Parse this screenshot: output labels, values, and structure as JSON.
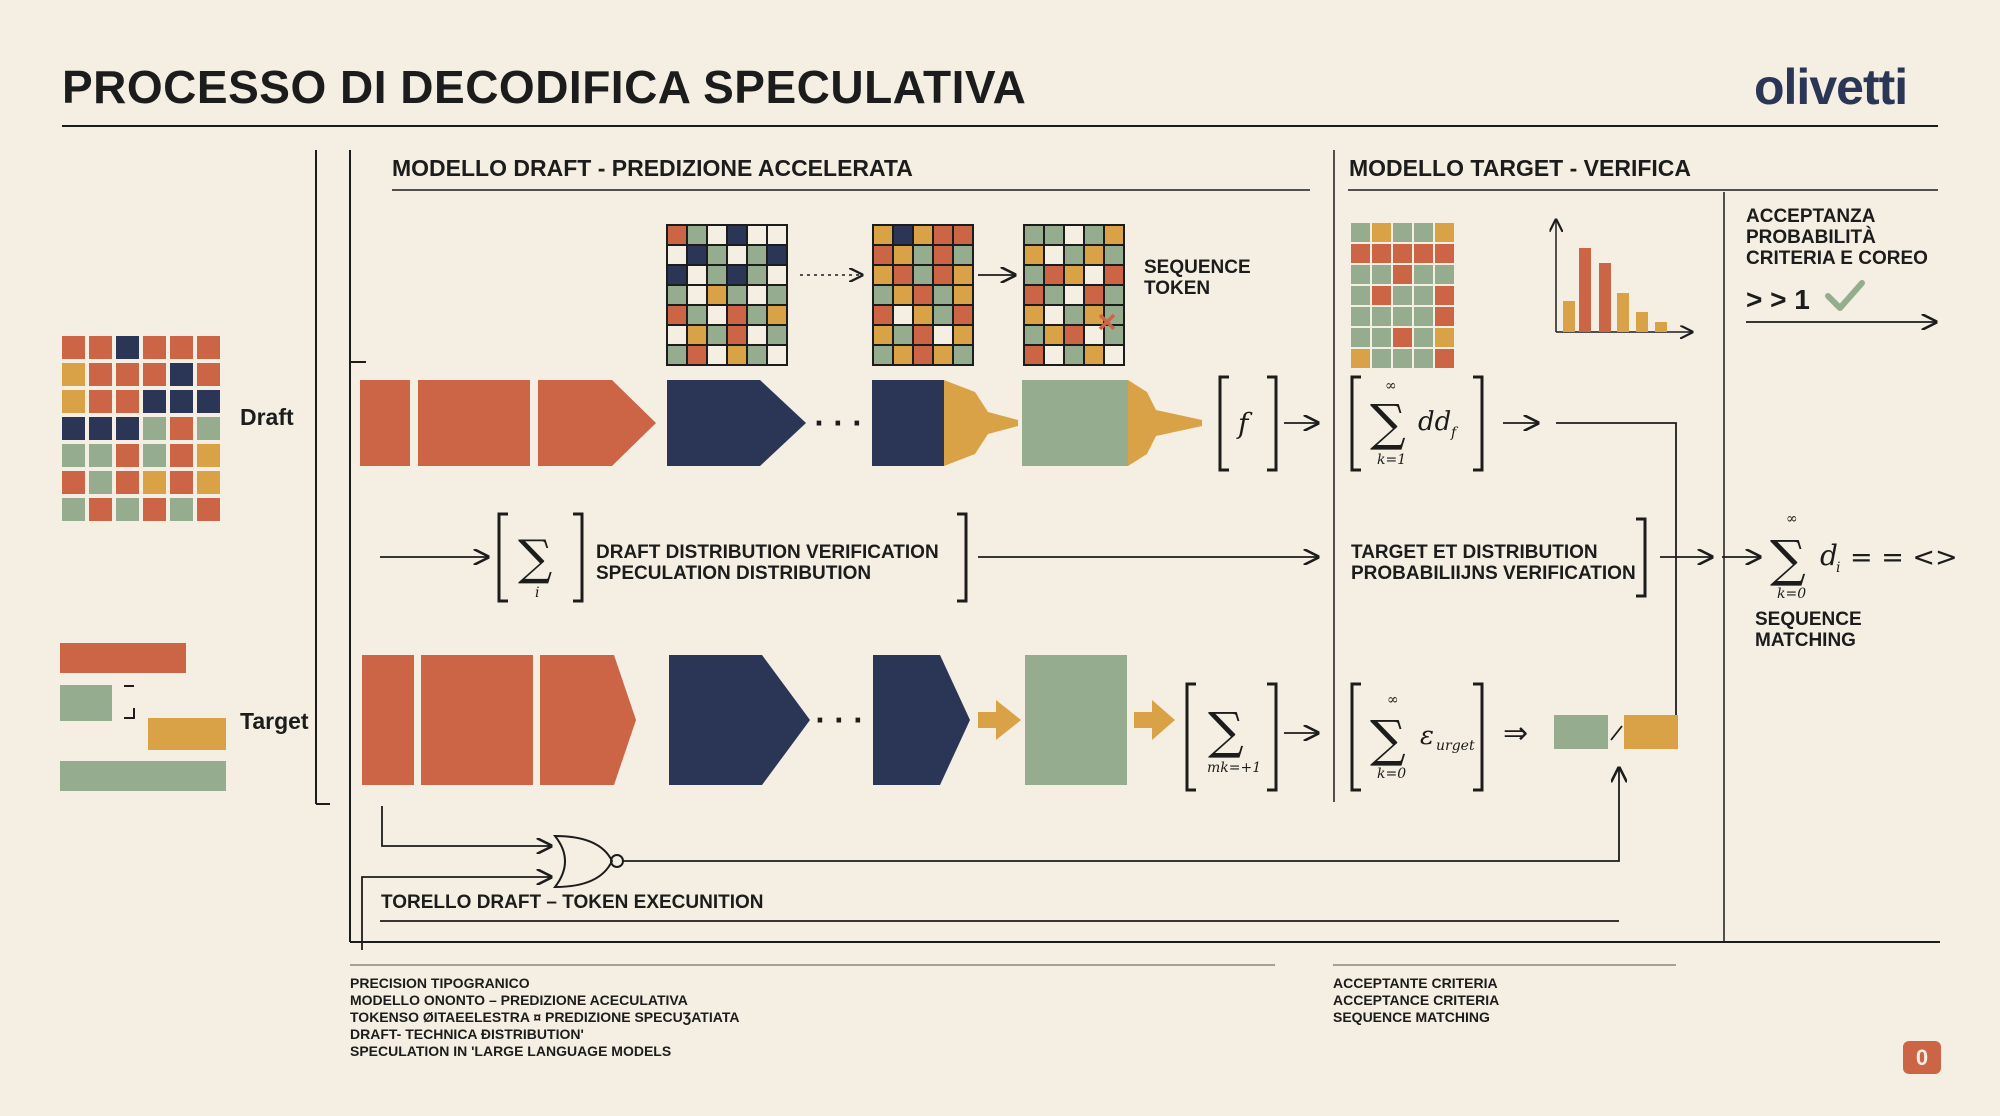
{
  "header": {
    "title": "PROCESSO DI DECODIFICA SPECULATIVA",
    "logo": "olivetti"
  },
  "sections": {
    "draft_title": "MODELLO DRAFT - PREDIZIONE ACCELERATA",
    "target_title": "MODELLO TARGET - VERIFICA"
  },
  "side_labels": {
    "draft": "Draft",
    "target": "Target"
  },
  "top_row": {
    "sequence_token": [
      "SEQUENCE",
      "TOKEN"
    ],
    "dotted_arrow": "···"
  },
  "acceptance": {
    "lines": [
      "ACCEPTANZA",
      "PROBABILITÀ",
      "CRITERIA E COREO"
    ],
    "value": "> > 1"
  },
  "middle_row": {
    "draft_dist": [
      "DRAFT DISTRIBUTION VERIFICATION",
      "SPECULATION DISTRIBUTION"
    ],
    "target_dist": [
      "TARGET ET DISTRIBUTION",
      "PROBABILIIJNS VERIFICATION"
    ],
    "sequence_matching": [
      "SEQUENCE",
      "MATCHING"
    ]
  },
  "formulas": {
    "draft_f": "f",
    "draft_sum_body": "dd",
    "draft_sum_sub": "f",
    "draft_sum_top": "∞",
    "draft_sum_bottom": "k=1",
    "mid_sum_bottom": "i",
    "target_sum1_bottom": "mk=+1",
    "target_sum2_top": "∞",
    "target_sum2_bottom": "k=0",
    "target_sum2_body": "ε",
    "target_sum2_sub": "urget",
    "final_top": "∞",
    "final_bottom": "k=0",
    "final_body": "d",
    "final_sub": "i",
    "final_tail": "= = <>",
    "dots": "· · ·",
    "double_arrow": "⇒"
  },
  "bottom_row": {
    "torello": "TORELLO DRAFT – TOKEN EXECUNITION"
  },
  "footer": {
    "left": [
      "PRECISION TIPOGRANICO",
      "MODELLO ONONTO – PREDIZIONE ACECULATIVA",
      "TOKENSO ØITAEELESTRA ¤ PREDIZIONE SPECUƷATIATA",
      "DRAFT- TECHNICA ĐISTRIBUTION'",
      "SPECULATION IN 'LARGE LANGUAGE MODELS"
    ],
    "right": [
      "ACCEPTANTE CRITERIA",
      "ACCEPTANCE CRITERIA",
      "SEQUENCE MATCHING"
    ],
    "badge": "0"
  },
  "colors": {
    "orange": "#cc6446",
    "navy": "#2b3556",
    "sage": "#95ad8e",
    "mustard": "#d9a246",
    "cream": "#f4efe2",
    "ink": "#1c1c1c"
  }
}
